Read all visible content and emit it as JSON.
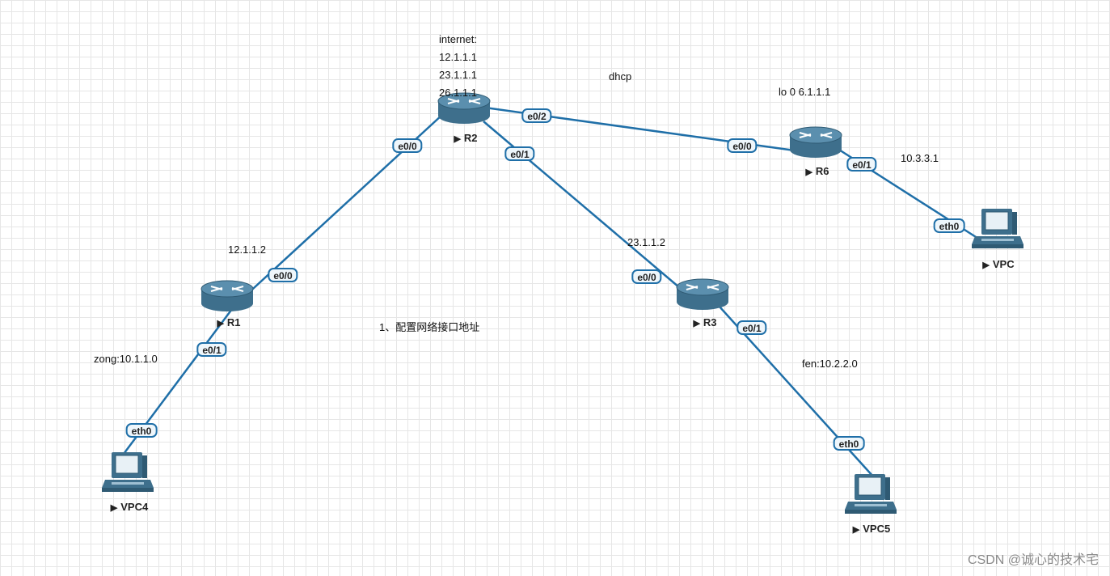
{
  "annotations": {
    "r2_internet": [
      "internet:",
      "12.1.1.1",
      "23.1.1.1",
      "26.1.1.1"
    ],
    "dhcp": "dhcp",
    "r6_loopback": "lo 0 6.1.1.1",
    "r6_lan": "10.3.3.1",
    "r1_wan": "12.1.1.2",
    "r3_wan": "23.1.1.2",
    "step1": "1、配置网络接口地址",
    "zong_net": "zong:10.1.1.0",
    "fen_net": "fen:10.2.2.0"
  },
  "nodes": {
    "r1": {
      "name": "R1",
      "type": "router-icon"
    },
    "r2": {
      "name": "R2",
      "type": "router-icon"
    },
    "r3": {
      "name": "R3",
      "type": "router-icon"
    },
    "r6": {
      "name": "R6",
      "type": "router-icon"
    },
    "vpc": {
      "name": "VPC",
      "type": "pc-icon"
    },
    "vpc4": {
      "name": "VPC4",
      "type": "pc-icon"
    },
    "vpc5": {
      "name": "VPC5",
      "type": "pc-icon"
    }
  },
  "ports": {
    "r2_e00": "e0/0",
    "r2_e02": "e0/2",
    "r2_e01": "e0/1",
    "r6_e00": "e0/0",
    "r6_e01": "e0/1",
    "vpc_eth0": "eth0",
    "r1_e00": "e0/0",
    "r1_e01": "e0/1",
    "r3_e00": "e0/0",
    "r3_e01": "e0/1",
    "vpc4_eth0": "eth0",
    "vpc5_eth0": "eth0"
  },
  "run_marker": "▶",
  "colors": {
    "link": "#1f6fa8",
    "router": "#3e6f8c",
    "router_top": "#5b8fae"
  },
  "watermark": "CSDN @诚心的技术宅"
}
